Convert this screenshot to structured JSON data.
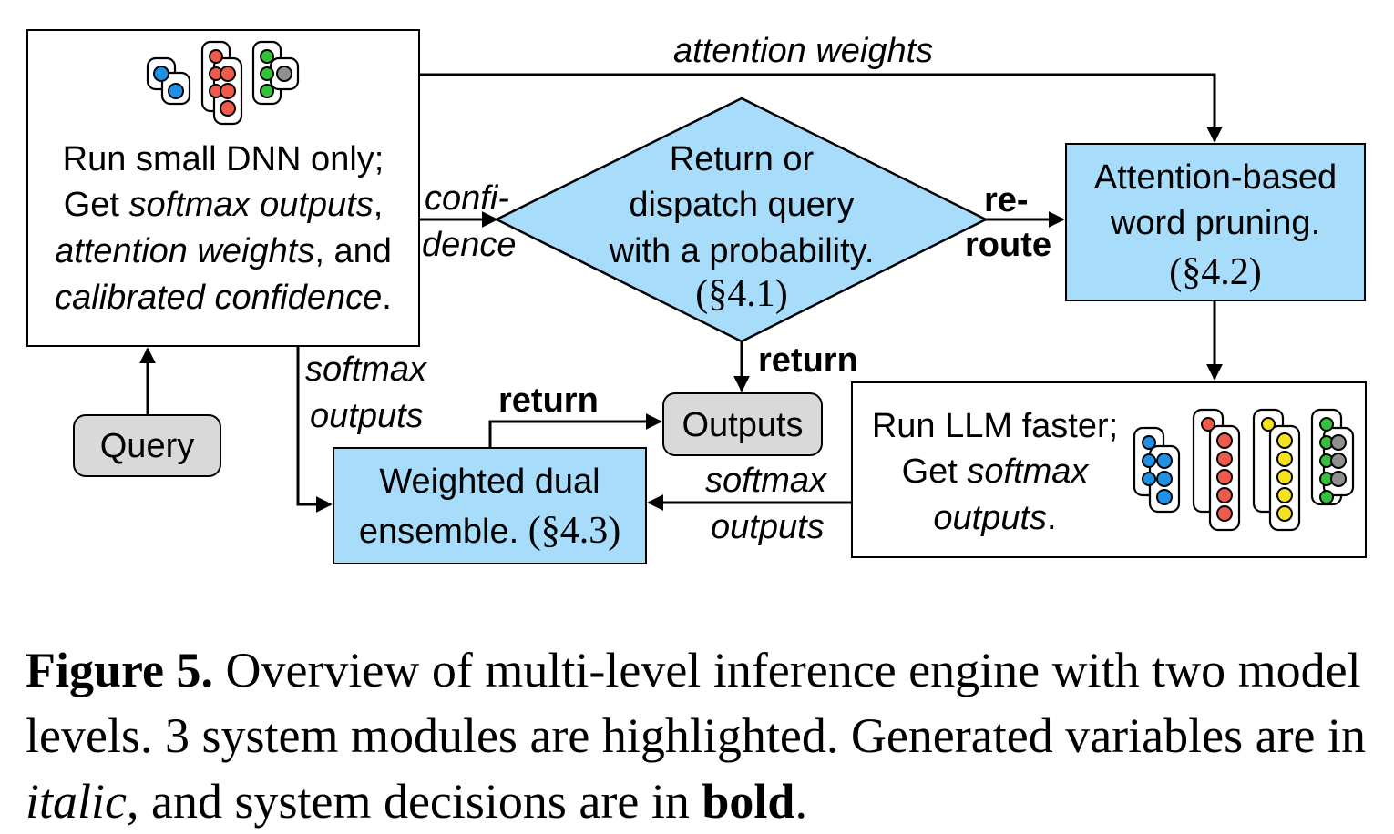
{
  "nodes": {
    "dnn": {
      "line1": "Run small DNN only;",
      "line2_prefix": "Get ",
      "line2_italic": "softmax outputs",
      "line2_suffix": ",",
      "line3_italic": "attention weights",
      "line3_suffix": ", and",
      "line4_italic": "calibrated confidence",
      "line4_suffix": "."
    },
    "decision": {
      "line1": "Return or",
      "line2": "dispatch query",
      "line3": "with a probability.",
      "ref": "(§4.1)"
    },
    "pruning": {
      "line1": "Attention-based",
      "line2": "word pruning.",
      "ref": "(§4.2)"
    },
    "llm": {
      "line1": "Run LLM faster;",
      "line2_prefix": "Get ",
      "line2_italic": "softmax",
      "line3_italic": "outputs",
      "line3_suffix": "."
    },
    "ensemble": {
      "line1": "Weighted dual",
      "line2": "ensemble. ",
      "ref": "(§4.3)"
    },
    "query": {
      "label": "Query"
    },
    "outputs": {
      "label": "Outputs"
    }
  },
  "edges": {
    "attention_weights": "attention weights",
    "confidence_1": "confi-",
    "confidence_2": "dence",
    "reroute_1": "re-",
    "reroute_2": "route",
    "return_decision": "return",
    "return_ensemble": "return",
    "softmax_left_1": "softmax",
    "softmax_left_2": "outputs",
    "softmax_right_1": "softmax",
    "softmax_right_2": "outputs"
  },
  "caption": {
    "label": "Figure 5.",
    "text1": " Overview of multi-level inference engine with two model levels. 3 system modules are highlighted. Generated variables are in ",
    "italic": "italic",
    "text2": ", and system decisions are in ",
    "bold": "bold",
    "text3": "."
  },
  "colors": {
    "module_fill": "#a8dcfb",
    "terminal_fill": "#d9d9d9",
    "red": "#f05a4a",
    "blue": "#1e90e6",
    "green": "#33c23a",
    "yellow": "#f5e21b",
    "gray": "#8f8f8f"
  }
}
